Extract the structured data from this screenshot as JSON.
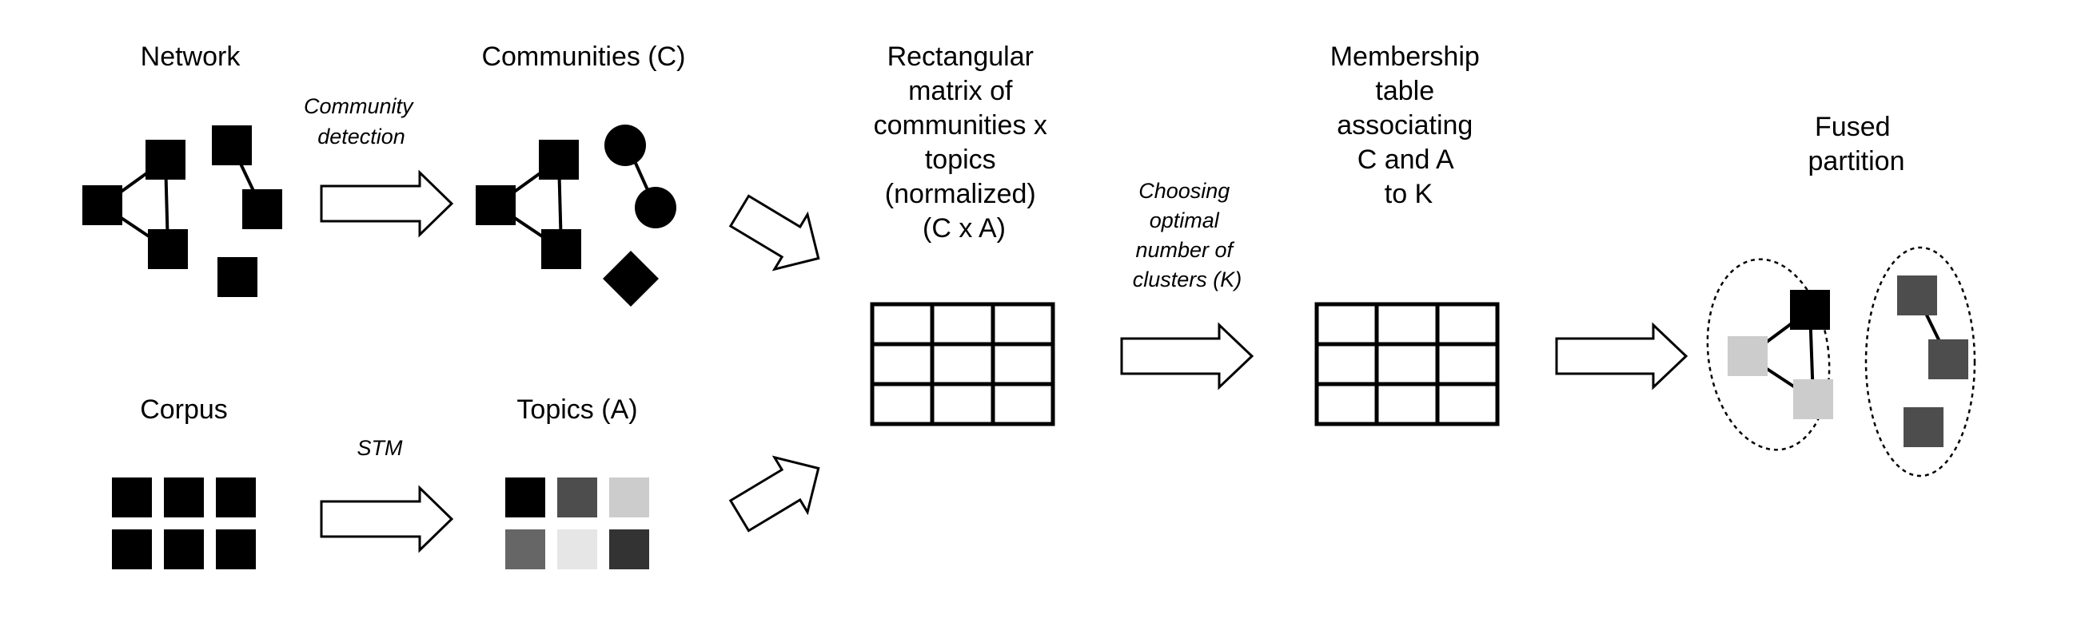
{
  "labels": {
    "network": "Network",
    "communities": "Communities (C)",
    "corpus": "Corpus",
    "topics": "Topics (A)",
    "matrix": [
      "Rectangular",
      "matrix of",
      "communities x",
      "topics",
      "(normalized)",
      "(C x A)"
    ],
    "membership": [
      "Membership",
      "table",
      "associating",
      "C and A",
      "to K"
    ],
    "fused": [
      "Fused",
      "partition"
    ]
  },
  "arrow_labels": {
    "community_detection": [
      "Community",
      "detection"
    ],
    "stm": "STM",
    "choosing_k": [
      "Choosing",
      "optimal",
      "number of",
      "clusters (K)"
    ]
  },
  "colors": {
    "black": "#000000",
    "topic_shades": [
      "#000000",
      "#4d4d4d",
      "#cccccc",
      "#666666",
      "#e6e6e6",
      "#333333"
    ],
    "fused_light": "#cccccc",
    "fused_dark": "#4d4d4d"
  },
  "tables": {
    "matrix_rows": 3,
    "matrix_cols": 3,
    "membership_rows": 3,
    "membership_cols": 3
  }
}
